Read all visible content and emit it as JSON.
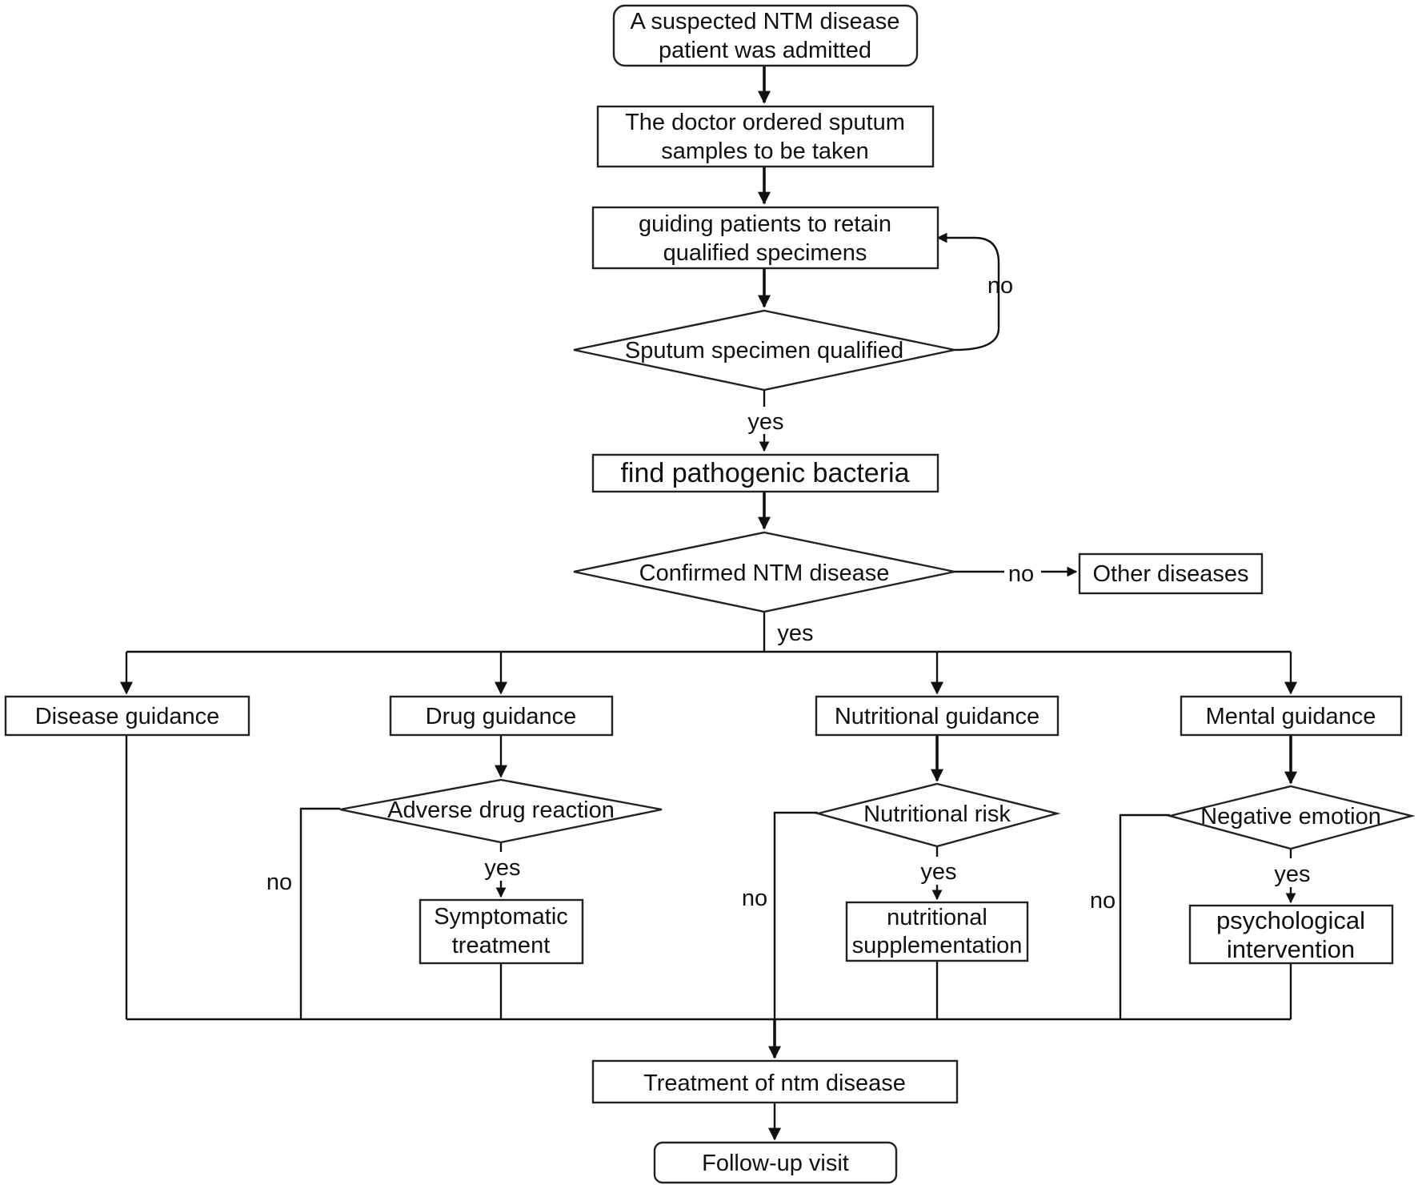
{
  "nodes": {
    "admitted": [
      "A suspected NTM disease",
      "patient was admitted"
    ],
    "sputum_order": [
      "The doctor ordered sputum",
      "samples to be taken"
    ],
    "guiding": [
      "guiding patients to retain",
      "qualified specimens"
    ],
    "qualified": "Sputum specimen qualified",
    "find_bacteria": "find pathogenic bacteria",
    "confirmed": "Confirmed NTM disease",
    "other_diseases": "Other diseases",
    "disease_guidance": "Disease guidance",
    "drug_guidance": "Drug guidance",
    "nutritional_guidance": "Nutritional guidance",
    "mental_guidance": "Mental guidance",
    "adverse_reaction": "Adverse drug reaction",
    "nutritional_risk": "Nutritional risk",
    "negative_emotion": "Negative emotion",
    "symptomatic": [
      "Symptomatic",
      "treatment"
    ],
    "supplementation": [
      "nutritional",
      "supplementation"
    ],
    "psychological": [
      "psychological",
      "intervention"
    ],
    "treatment": "Treatment of ntm disease",
    "follow_up": "Follow-up visit"
  },
  "edge_labels": {
    "no_retake": "no",
    "yes_qualified": "yes",
    "no_other": "no",
    "yes_confirmed": "yes",
    "yes_drug": "yes",
    "no_drug": "no",
    "yes_nutrition": "yes",
    "no_nutrition": "no",
    "yes_mental": "yes",
    "no_mental": "no"
  }
}
